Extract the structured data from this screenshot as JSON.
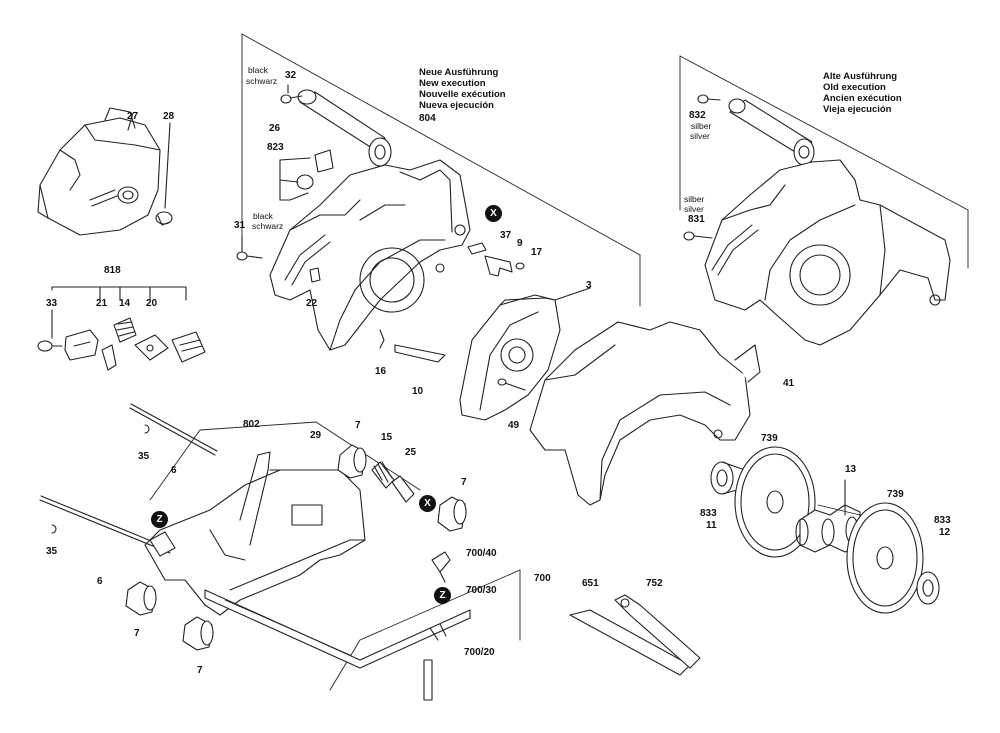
{
  "callouts": {
    "n27": "27",
    "n28": "28",
    "n32": "32",
    "n26": "26",
    "n804": "804",
    "n823": "823",
    "n31": "31",
    "n22": "22",
    "n37": "37",
    "n9": "9",
    "n17": "17",
    "n3": "3",
    "n16": "16",
    "n10": "10",
    "n49": "49",
    "n41": "41",
    "n818": "818",
    "n33": "33",
    "n21": "21",
    "n14": "14",
    "n20": "20",
    "n802": "802",
    "n29": "29",
    "n7a": "7",
    "n15": "15",
    "n25": "25",
    "n7b": "7",
    "n35a": "35",
    "n6a": "6",
    "n35b": "35",
    "n6b": "6",
    "n7c": "7",
    "n7d": "7",
    "n700_40": "700/40",
    "n700_30": "700/30",
    "n700": "700",
    "n700_20": "700/20",
    "n651": "651",
    "n752": "752",
    "n739a": "739",
    "n13": "13",
    "n833a": "833",
    "n11": "11",
    "n739b": "739",
    "n833b": "833",
    "n12": "12",
    "n832": "832",
    "n831": "831"
  },
  "color_notes": {
    "black_1": "black",
    "schwarz_1": "schwarz",
    "black_2": "black",
    "schwarz_2": "schwarz",
    "silber_1": "silber",
    "silver_1": "silver",
    "silber_2": "silber",
    "silver_2": "silver"
  },
  "notes": {
    "new": [
      "Neue Ausführung",
      "New execution",
      "Nouvelle exécution",
      "Nueva ejecución"
    ],
    "old": [
      "Alte Ausführung",
      "Old execution",
      "Ancien exécution",
      "Vieja ejecución"
    ]
  },
  "markers": {
    "x1": "X",
    "x2": "X",
    "z1": "Z",
    "z2": "Z"
  }
}
